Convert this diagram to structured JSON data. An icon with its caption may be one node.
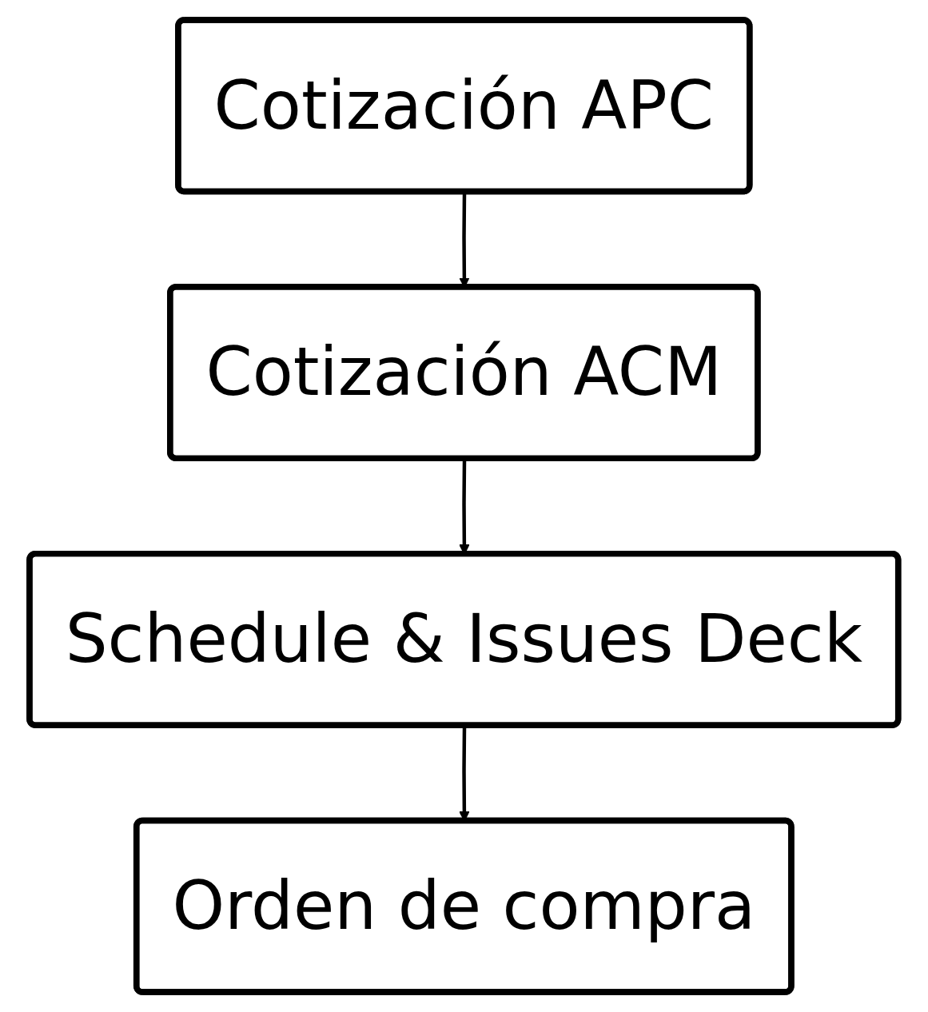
{
  "diagram": {
    "nodes": [
      {
        "text": [
          "Cotización APC"
        ]
      },
      {
        "text": [
          "Cotización ACM"
        ]
      },
      {
        "text": [
          "Schedule & Issues Deck"
        ]
      },
      {
        "text": [
          "Orden de compra"
        ]
      }
    ],
    "edges": [
      {
        "from": 0,
        "to": 1,
        "arrow": "to"
      },
      {
        "from": 1,
        "to": 2,
        "arrow": "to"
      },
      {
        "from": 2,
        "to": 3,
        "arrow": "to"
      }
    ]
  }
}
